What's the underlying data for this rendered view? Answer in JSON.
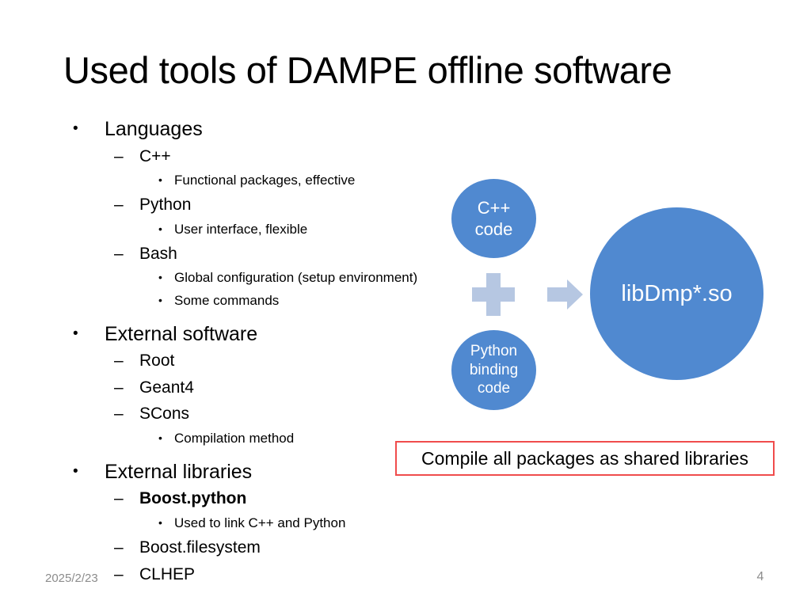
{
  "slide": {
    "title": "Used tools of DAMPE offline software",
    "footer": {
      "date": "2025/2/23",
      "page_number": "4"
    }
  },
  "outline": {
    "markers": {
      "level1": "•",
      "level2": "–",
      "level3": "•"
    },
    "items": [
      {
        "level": 1,
        "text": "Languages",
        "bold": false
      },
      {
        "level": 2,
        "text": "C++",
        "bold": false
      },
      {
        "level": 3,
        "text": "Functional packages, effective",
        "bold": false
      },
      {
        "level": 2,
        "text": "Python",
        "bold": false
      },
      {
        "level": 3,
        "text": "User interface, flexible",
        "bold": false
      },
      {
        "level": 2,
        "text": "Bash",
        "bold": false
      },
      {
        "level": 3,
        "text": "Global configuration (setup environment)",
        "bold": false
      },
      {
        "level": 3,
        "text": "Some commands",
        "bold": false
      },
      {
        "level": 1,
        "text": "External software",
        "bold": false
      },
      {
        "level": 2,
        "text": "Root",
        "bold": false
      },
      {
        "level": 2,
        "text": "Geant4",
        "bold": false
      },
      {
        "level": 2,
        "text": "SCons",
        "bold": false
      },
      {
        "level": 3,
        "text": "Compilation method",
        "bold": false
      },
      {
        "level": 1,
        "text": "External libraries",
        "bold": false
      },
      {
        "level": 2,
        "text": "Boost.python",
        "bold": true
      },
      {
        "level": 3,
        "text": "Used to link C++ and Python",
        "bold": false
      },
      {
        "level": 2,
        "text": "Boost.filesystem",
        "bold": false
      },
      {
        "level": 2,
        "text": "CLHEP",
        "bold": false
      }
    ]
  },
  "diagram": {
    "cpp_circle_label": "C++\ncode",
    "cpp_circle_line1": "C++",
    "cpp_circle_line2": "code",
    "python_circle_line1": "Python",
    "python_circle_line2": "binding",
    "python_circle_line3": "code",
    "output_circle_label": "libDmp*.so",
    "plus_icon_name": "plus-icon",
    "arrow_icon_name": "right-arrow-icon",
    "colors": {
      "circle_blue": "#5089d0",
      "connector_blue": "#b6c7e2",
      "circle_text": "#ffffff"
    }
  },
  "callout": {
    "text": "Compile all packages as shared libraries",
    "border_color": "#f04c4c"
  }
}
